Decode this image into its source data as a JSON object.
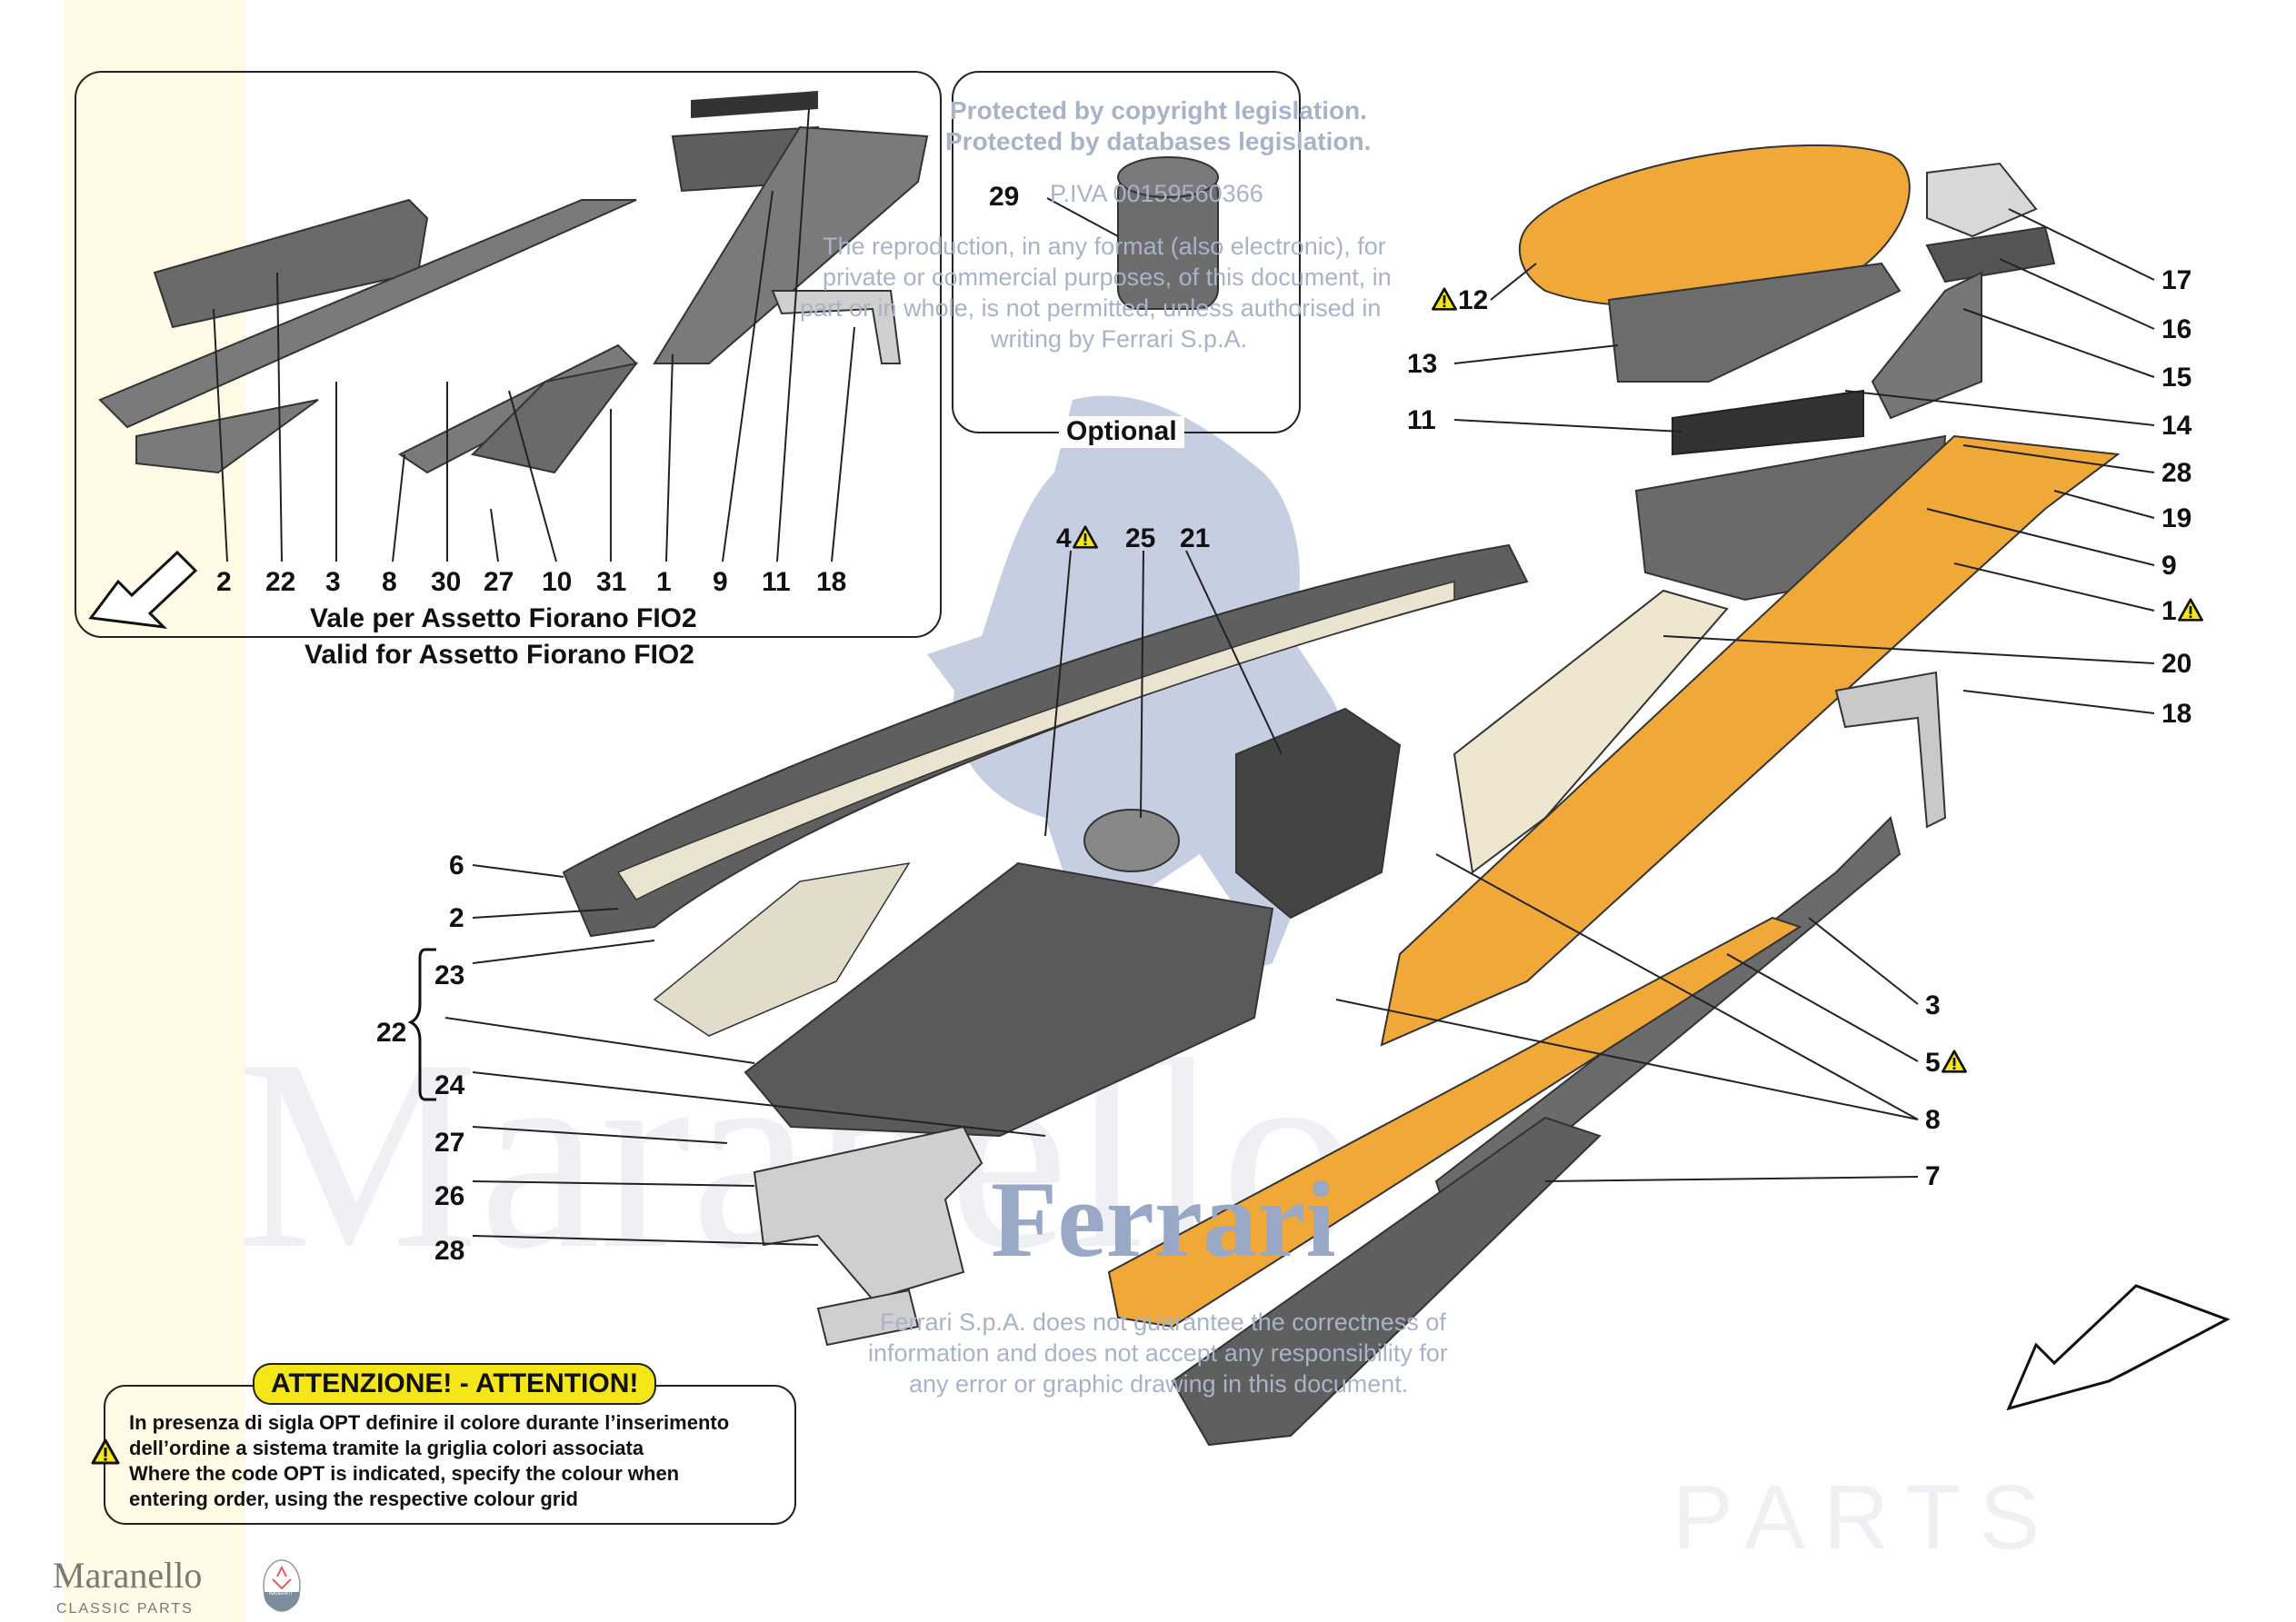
{
  "colors": {
    "warning_yellow": "#f5e61a",
    "part_orange": "#f0a838",
    "part_grey": "#6a6a6a",
    "watermark_blue": "#a9b3c7",
    "label_black": "#111111"
  },
  "inset_fio2": {
    "labels": [
      "2",
      "22",
      "3",
      "8",
      "30",
      "27",
      "10",
      "31",
      "1",
      "9",
      "11",
      "18"
    ],
    "caption_it": "Vale per Assetto Fiorano FIO2",
    "caption_en": "Valid for Assetto Fiorano FIO2"
  },
  "inset_optional": {
    "part_label": "29",
    "caption": "Optional"
  },
  "watermark": {
    "copyright_1": "Protected by copyright legislation.",
    "copyright_2": "Protected by databases legislation.",
    "piva": "P.IVA 00159560366",
    "reproduction": [
      "The reproduction, in any format (also electronic), for",
      "private or commercial purposes, of this document, in",
      "part or in whole, is not permitted, unless authorised in",
      "writing by Ferrari S.p.A."
    ],
    "disclaimer": [
      "Ferrari S.p.A. does not guarantee the correctness of",
      "information and does not accept any responsibility for",
      "any error or graphic drawing in this document."
    ],
    "brand": "Ferrari",
    "bg_word": "Maranello",
    "bg_sub": "PARTS"
  },
  "callouts": {
    "right": [
      {
        "id": "17",
        "warning": false
      },
      {
        "id": "16",
        "warning": false
      },
      {
        "id": "15",
        "warning": false
      },
      {
        "id": "14",
        "warning": false
      },
      {
        "id": "28",
        "warning": false
      },
      {
        "id": "19",
        "warning": false
      },
      {
        "id": "9",
        "warning": false
      },
      {
        "id": "1",
        "warning": true
      },
      {
        "id": "20",
        "warning": false
      },
      {
        "id": "18",
        "warning": false
      },
      {
        "id": "3",
        "warning": false
      },
      {
        "id": "5",
        "warning": true
      },
      {
        "id": "8",
        "warning": false
      },
      {
        "id": "7",
        "warning": false
      }
    ],
    "upper_right": [
      {
        "id": "12",
        "warning": true
      },
      {
        "id": "13",
        "warning": false
      },
      {
        "id": "11",
        "warning": false
      }
    ],
    "center": [
      {
        "id": "4",
        "warning": true
      },
      {
        "id": "25",
        "warning": false
      },
      {
        "id": "21",
        "warning": false
      }
    ],
    "left": [
      {
        "id": "6"
      },
      {
        "id": "2"
      },
      {
        "id": "23"
      },
      {
        "id": "22"
      },
      {
        "id": "24"
      },
      {
        "id": "27"
      },
      {
        "id": "26"
      },
      {
        "id": "28"
      }
    ]
  },
  "attention": {
    "title": "ATTENZIONE! - ATTENTION!",
    "lines": [
      "In presenza di sigla OPT definire il colore durante l’inserimento",
      "dell’ordine a sistema tramite la griglia colori associata",
      "Where the code OPT is indicated, specify the colour when",
      "entering order, using the respective colour grid"
    ]
  },
  "logo": {
    "name": "Maranello",
    "subtitle": "CLASSIC PARTS",
    "badge_text": "MASERATI"
  }
}
